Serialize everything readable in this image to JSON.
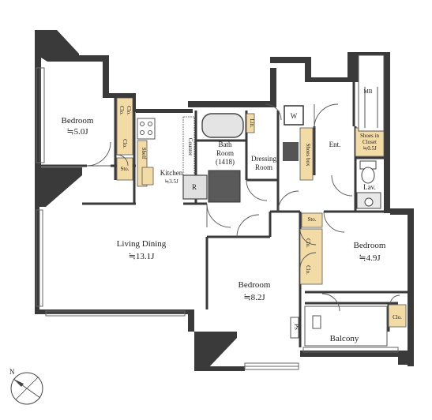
{
  "rooms": {
    "bedroom_nw": {
      "name": "Bedroom",
      "size": "≒5.0J"
    },
    "living": {
      "name": "Living Dining",
      "size": "≒13.1J"
    },
    "bedroom_center": {
      "name": "Bedroom",
      "size": "≒8.2J"
    },
    "bedroom_east": {
      "name": "Bedroom",
      "size": "≒4.9J"
    },
    "kitchen": {
      "name": "Kitchen",
      "size": "≒3.5J"
    },
    "bath": {
      "name": "Bath",
      "name2": "Room",
      "code": "(1418)"
    },
    "dressing": {
      "name": "Dressing",
      "name2": "Room"
    },
    "balcony": {
      "name": "Balcony"
    }
  },
  "labels": {
    "clo": "Clo.",
    "sto": "Sto.",
    "shelf": "Shelf",
    "counter": "Counter",
    "refrigerator": "R",
    "linen": "Lin.",
    "washer": "W",
    "shoes_box": "Shoes box",
    "entrance": "Ent.",
    "shoes_closet_1": "Shoes in",
    "shoes_closet_2": "Closet",
    "shoes_closet_size": "≒0.5J",
    "lav": "Lav.",
    "mb": "MB",
    "pipe_shaft": "PS"
  },
  "compass": {
    "label": "N"
  }
}
